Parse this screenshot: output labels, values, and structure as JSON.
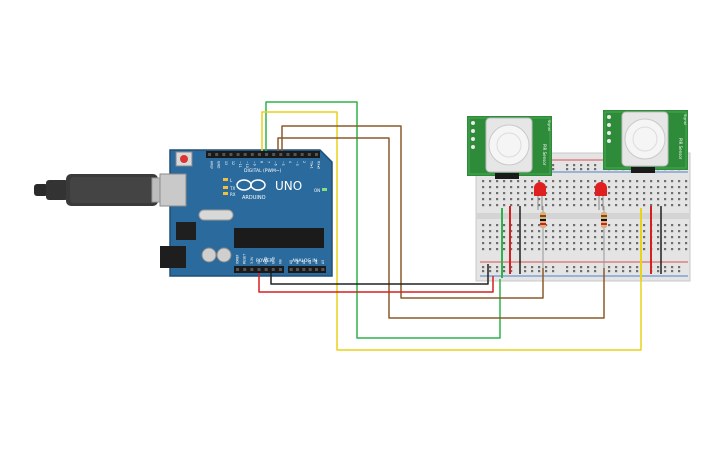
{
  "arduino": {
    "brand": "ARDUINO",
    "model": "UNO",
    "digital_label": "DIGITAL (PWM~)",
    "power_label": "POWER",
    "analog_label": "ANALOG IN",
    "tx_label": "TX",
    "rx_label": "RX",
    "l_label": "L",
    "on_label": "ON",
    "digital_pins": [
      "AREF",
      "GND",
      "13",
      "12",
      "~11",
      "~10",
      "~9",
      "8",
      "7",
      "~6",
      "~5",
      "4",
      "~3",
      "2",
      "TX▸1",
      "RX◂0"
    ],
    "power_pins": [
      "IOREF",
      "RESET",
      "3.3V",
      "5V",
      "GND",
      "GND",
      "Vin"
    ],
    "analog_pins": [
      "A0",
      "A1",
      "A2",
      "A3",
      "A4",
      "A5"
    ]
  },
  "sensors": [
    {
      "title": "PIR Sensor",
      "pin_labels": [
        "Signal",
        "Power",
        "Ground"
      ]
    },
    {
      "title": "PIR Sensor",
      "pin_labels": [
        "Signal",
        "Power",
        "Ground"
      ]
    }
  ],
  "colors": {
    "board": "#2a6a9c",
    "board_dark": "#1f4f76",
    "sensor_pcb": "#2e8b3a",
    "breadboard": "#e4e4e4",
    "wire_green": "#2fb24a",
    "wire_yellow": "#e8d21a",
    "wire_brown": "#8b5a2b",
    "wire_red": "#d42020",
    "wire_black": "#222222",
    "led_red": "#e02020"
  }
}
